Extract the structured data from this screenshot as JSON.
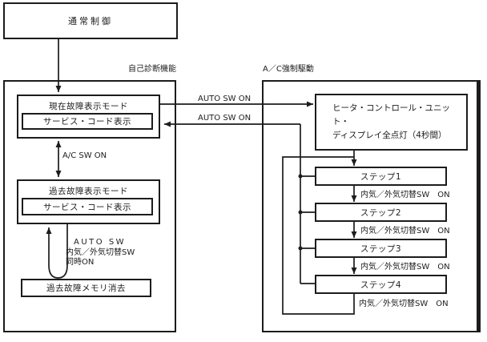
{
  "diagram": {
    "top_box": "通常制御",
    "self_diag": {
      "section_label": "自己診断機能",
      "current_mode_title": "現在故障表示モード",
      "current_mode_inner": "サービス・コード表示",
      "ac_sw_label": "A/C SW ON",
      "past_mode_title": "過去故障表示モード",
      "past_mode_inner": "サービス・コード表示",
      "erase_condition_line1": "AUTO SW",
      "erase_condition_line2": "内気／外気切替SW",
      "erase_condition_line3": "同時ON",
      "memory_erase": "過去故障メモリ消去"
    },
    "transition_to_right": "AUTO SW ON",
    "transition_to_left": "AUTO SW ON",
    "ac_drive": {
      "section_label": "A／C強制駆動",
      "heater_line1": "ヒータ・コントロール・ユニット・",
      "heater_line2": "ディスプレイ全点灯（4秒間）",
      "steps": [
        {
          "label": "ステップ1",
          "sw": "内気／外気切替SW　ON"
        },
        {
          "label": "ステップ2",
          "sw": "内気／外気切替SW　ON"
        },
        {
          "label": "ステップ3",
          "sw": "内気／外気切替SW　ON"
        },
        {
          "label": "ステップ4",
          "sw": "内気／外気切替SW　ON"
        }
      ]
    },
    "colors": {
      "line": "#1c1c1c",
      "background": "#ffffff"
    }
  }
}
